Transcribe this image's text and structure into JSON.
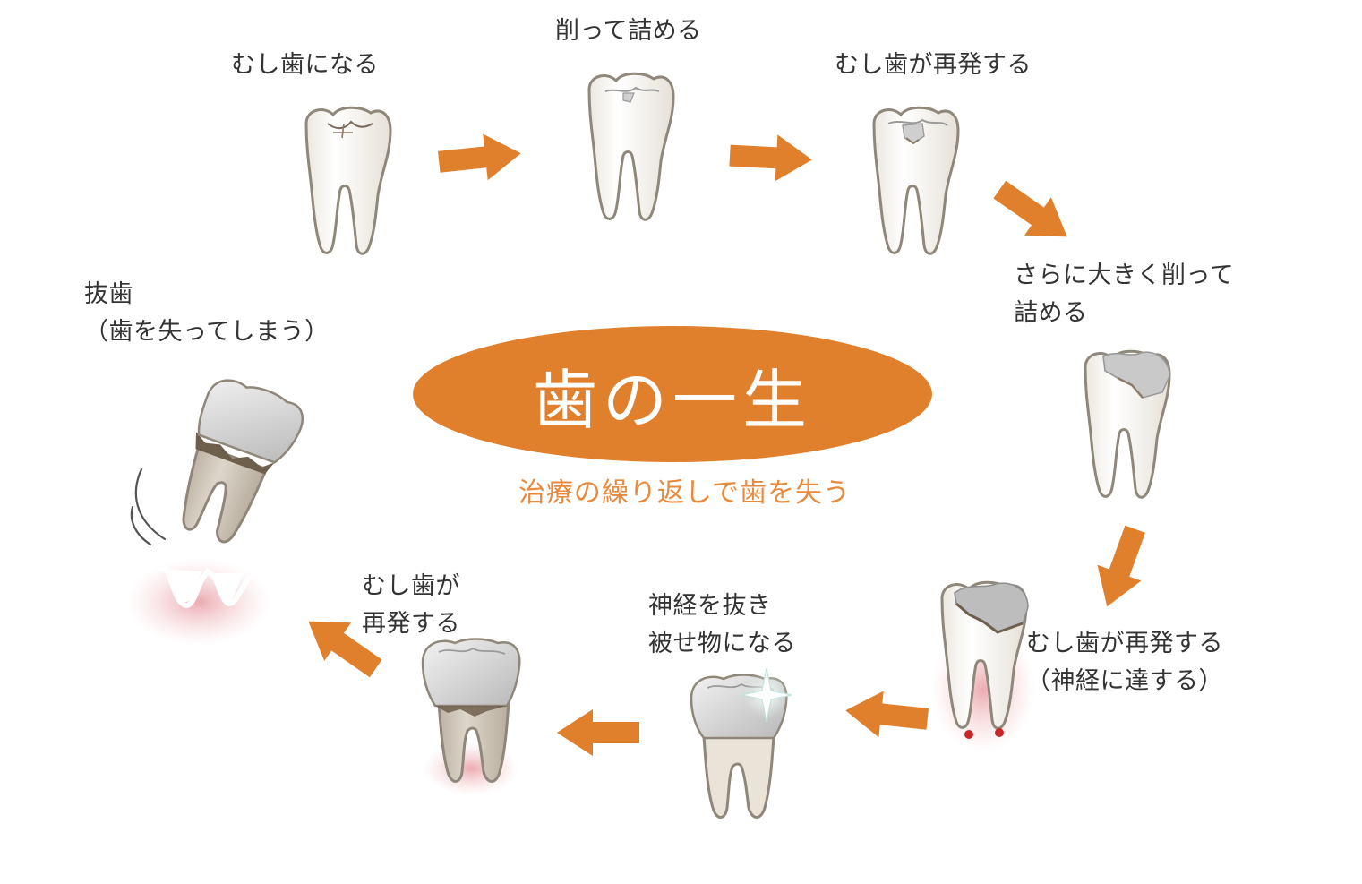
{
  "title": "歯の一生",
  "subtitle": "治療の繰り返しで歯を失う",
  "colors": {
    "accent": "#e07f2c",
    "subtitle": "#e88a3c",
    "tooth_fill": "#ffffff",
    "tooth_outline": "#8f877a",
    "filling": "#cfcfcf",
    "dead_root": "#cfc6b8",
    "gum": "#e9a7ab",
    "text": "#333333"
  },
  "stages": [
    {
      "id": "cavity",
      "lines": [
        "むし歯になる"
      ]
    },
    {
      "id": "fill",
      "lines": [
        "削って詰める"
      ]
    },
    {
      "id": "recur1",
      "lines": [
        "むし歯が再発する"
      ]
    },
    {
      "id": "bigger-fill",
      "lines": [
        "さらに大きく削って",
        "詰める"
      ]
    },
    {
      "id": "recur-nerve",
      "lines": [
        "むし歯が再発する",
        "（神経に達する）"
      ]
    },
    {
      "id": "crown",
      "lines": [
        "神経を抜き",
        "被せ物になる"
      ]
    },
    {
      "id": "recur-crown",
      "lines": [
        "むし歯が",
        "再発する"
      ]
    },
    {
      "id": "extraction",
      "lines": [
        "抜歯",
        "（歯を失ってしまう）"
      ]
    }
  ],
  "icons": [
    "tooth-icon",
    "arrow-icon",
    "sparkle-icon",
    "gum-icon"
  ]
}
